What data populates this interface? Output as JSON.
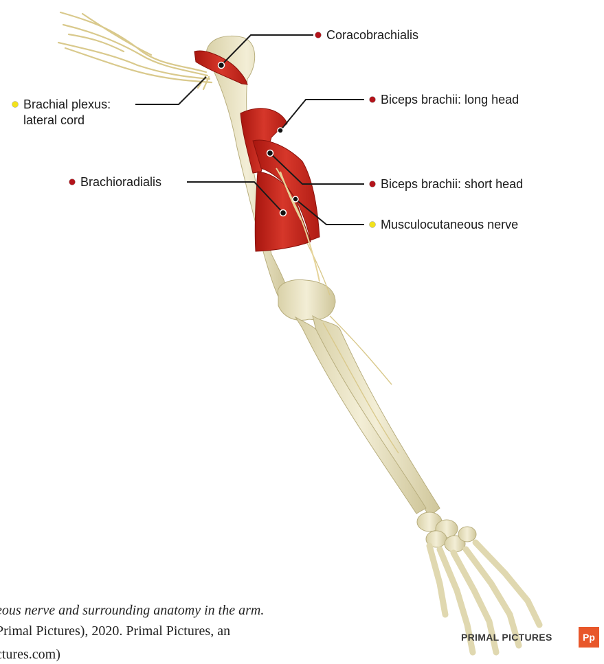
{
  "labels": {
    "coracobrachialis": "Coracobrachialis",
    "brachial_plexus_line1": "Brachial plexus:",
    "brachial_plexus_line2": "lateral cord",
    "biceps_long": "Biceps brachii: long head",
    "brachioradialis": "Brachioradialis",
    "biceps_short": "Biceps brachii: short head",
    "musculocutaneous": "Musculocutaneous nerve"
  },
  "caption": {
    "line1": "eous nerve and surrounding anatomy in the arm.",
    "line2": "Primal Pictures), 2020. Primal Pictures, an",
    "line3": "ctures.com)"
  },
  "brand": {
    "name": "PRIMAL PICTURES",
    "logo": "Pp"
  },
  "colors": {
    "muscle_marker": "#b3141b",
    "nerve_marker": "#f2e21c",
    "muscle": "#c8271f",
    "bone": "#ece6c4",
    "nerve": "#e6d49a",
    "brand_accent": "#e8572a"
  }
}
